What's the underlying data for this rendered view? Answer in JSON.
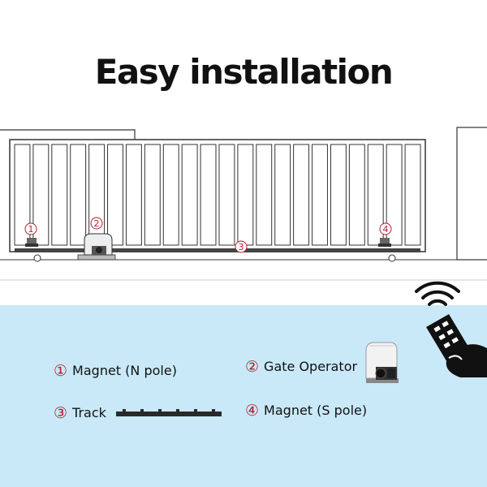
{
  "title": "Easy installation",
  "markers": [
    {
      "id": "1",
      "glyph": "1"
    },
    {
      "id": "2",
      "glyph": "2"
    },
    {
      "id": "3",
      "glyph": "3"
    },
    {
      "id": "4",
      "glyph": "4"
    }
  ],
  "legend": [
    {
      "number": "①",
      "label": "Magnet (N pole)"
    },
    {
      "number": "②",
      "label": "Gate Operator"
    },
    {
      "number": "③",
      "label": "Track"
    },
    {
      "number": "④",
      "label": "Magnet (S pole)"
    }
  ],
  "colors": {
    "accent_red": "#b0202a",
    "legend_background": "#c9e9f9",
    "line": "#333333"
  },
  "icons": [
    "gate-drawing",
    "remote-control-icon",
    "wireless-signal-icon",
    "gate-operator-icon",
    "track-icon"
  ]
}
